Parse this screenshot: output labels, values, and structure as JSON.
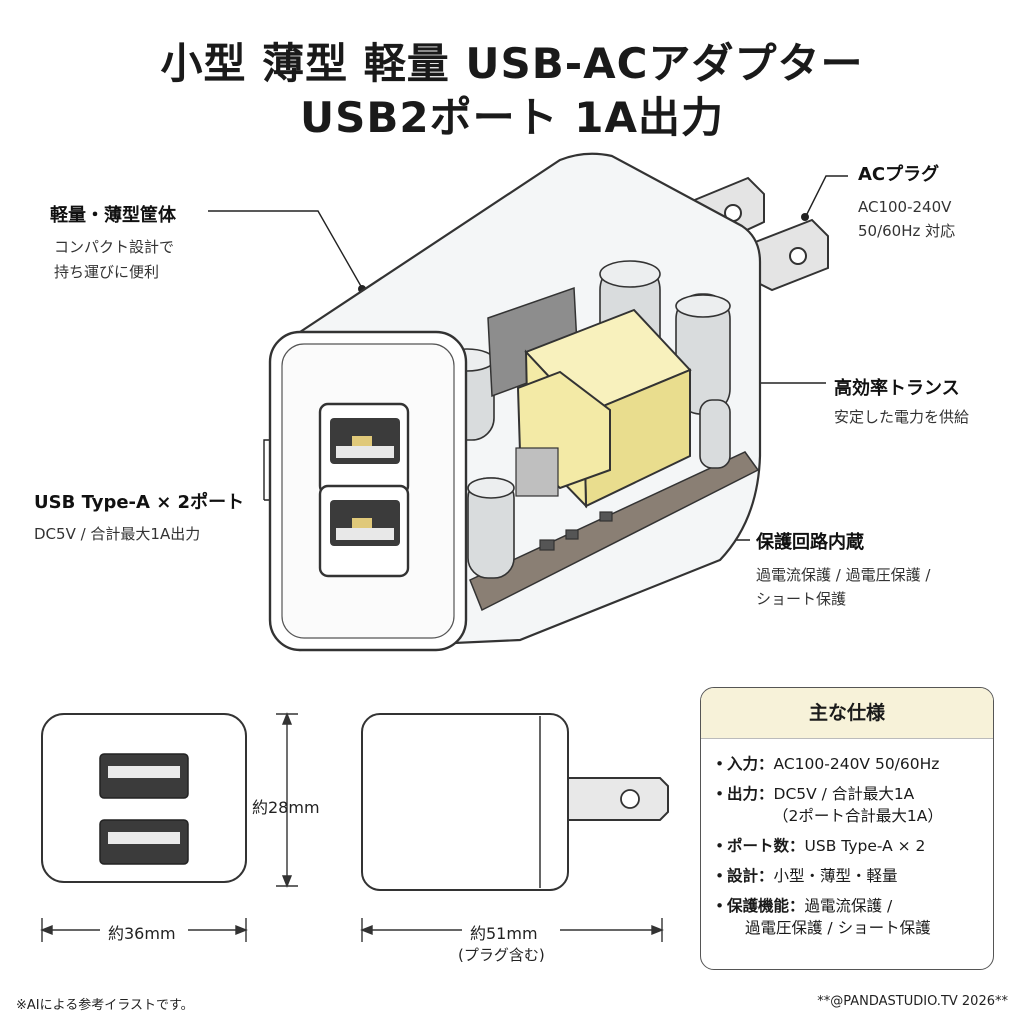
{
  "title": {
    "line1": "小型 薄型 軽量 USB-ACアダプター",
    "line2": "USB2ポート 1A出力"
  },
  "callouts": {
    "body": {
      "title": "軽量・薄型筐体",
      "lines": [
        "コンパクト設計で",
        "持ち運びに便利"
      ]
    },
    "plug": {
      "title": "ACプラグ",
      "lines": [
        "AC100-240V",
        "50/60Hz 対応"
      ]
    },
    "transformer": {
      "title": "高効率トランス",
      "lines": [
        "安定した電力を供給"
      ]
    },
    "ports": {
      "title": "USB Type-A × 2ポート",
      "lines": [
        "DC5V / 合計最大1A出力"
      ]
    },
    "protection": {
      "title": "保護回路内蔵",
      "lines": [
        "過電流保護 / 過電圧保護 /",
        "ショート保護"
      ]
    }
  },
  "dimensions": {
    "height": "約28mm",
    "width": "約36mm",
    "depth": "約51mm",
    "depth_note": "(プラグ含む)"
  },
  "specs": {
    "heading": "主な仕様",
    "items": [
      {
        "label": "入力：",
        "value": "AC100-240V 50/60Hz",
        "cont": ""
      },
      {
        "label": "出力：",
        "value": "DC5V / 合計最大1A",
        "cont": "（2ポート合計最大1A）"
      },
      {
        "label": "ポート数：",
        "value": "USB Type-A × 2",
        "cont": ""
      },
      {
        "label": "設計：",
        "value": "小型・薄型・軽量",
        "cont": ""
      },
      {
        "label": "保護機能：",
        "value": "過電流保護 /",
        "cont": "過電圧保護 / ショート保護"
      }
    ]
  },
  "footer": {
    "note": "※AIによる参考イラストです。",
    "credit": "**@PANDASTUDIO.TV 2026**"
  },
  "colors": {
    "transformer": "#f3eaa6",
    "spec_header_bg": "#f7f2d9",
    "pcb": "#8a7f74",
    "body_outline": "#333333"
  }
}
